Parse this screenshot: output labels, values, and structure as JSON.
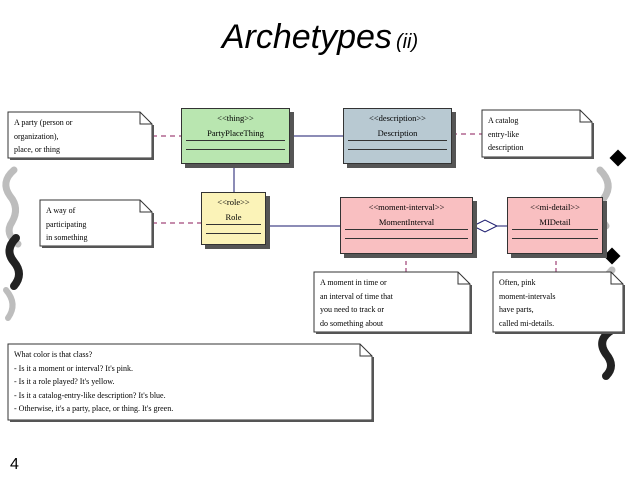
{
  "title": {
    "main": "Archetypes",
    "sub": "(ii)"
  },
  "classes": {
    "party": {
      "stereotype": "<<thing>>",
      "name": "PartyPlaceThing",
      "color": "#b9e6b0"
    },
    "description": {
      "stereotype": "<<description>>",
      "name": "Description",
      "color": "#b8c9d2"
    },
    "role": {
      "stereotype": "<<role>>",
      "name": "Role",
      "color": "#fbf3b8"
    },
    "moment": {
      "stereotype": "<<moment-interval>>",
      "name": "MomentInterval",
      "color": "#f9bfc1"
    },
    "mi_detail": {
      "stereotype": "<<mi-detail>>",
      "name": "MIDetail",
      "color": "#f9bfc1"
    }
  },
  "notes": {
    "party": [
      "A party (person or",
      "organization),",
      "place, or thing"
    ],
    "description": [
      "A catalog",
      "entry-like",
      "description"
    ],
    "role": [
      "A way of",
      "participating",
      "in something"
    ],
    "moment": [
      "A moment in time or",
      "an interval of time that",
      "you need to track or",
      "do something about"
    ],
    "mi_detail": [
      "Often, pink",
      "moment-intervals",
      "have parts,",
      "called mi-details."
    ],
    "legend": [
      "What color is that class?",
      "- Is it a moment or interval? It's pink.",
      "- Is it a role played? It's yellow.",
      "- Is it a catalog-entry-like description? It's blue.",
      "- Otherwise, it's a party, place, or thing. It's green."
    ]
  },
  "page_number": "4"
}
